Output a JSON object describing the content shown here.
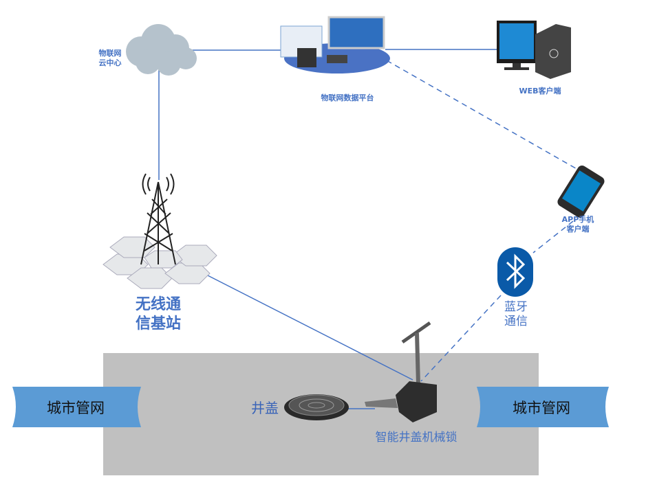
{
  "nodes": {
    "cloud": {
      "label_line1": "物联网",
      "label_line2": "云中心"
    },
    "platform": {
      "label": "物联网数据平台"
    },
    "web_client": {
      "label": "WEB客户端"
    },
    "app_client": {
      "label_line1": "APP手机",
      "label_line2": "客户端"
    },
    "bluetooth": {
      "label_line1": "蓝牙",
      "label_line2": "通信"
    },
    "base_station": {
      "label_line1": "无线通",
      "label_line2": "信基站"
    },
    "manhole_cover": {
      "label": "井盖"
    },
    "lock": {
      "label": "智能井盖机械锁"
    },
    "pipe_left": {
      "label": "城市管网"
    },
    "pipe_right": {
      "label": "城市管网"
    }
  },
  "colors": {
    "line": "#4472c4",
    "ground": "#c0c0c0",
    "pipe": "#5b9bd5",
    "bluetooth": "#0a5aa8"
  }
}
